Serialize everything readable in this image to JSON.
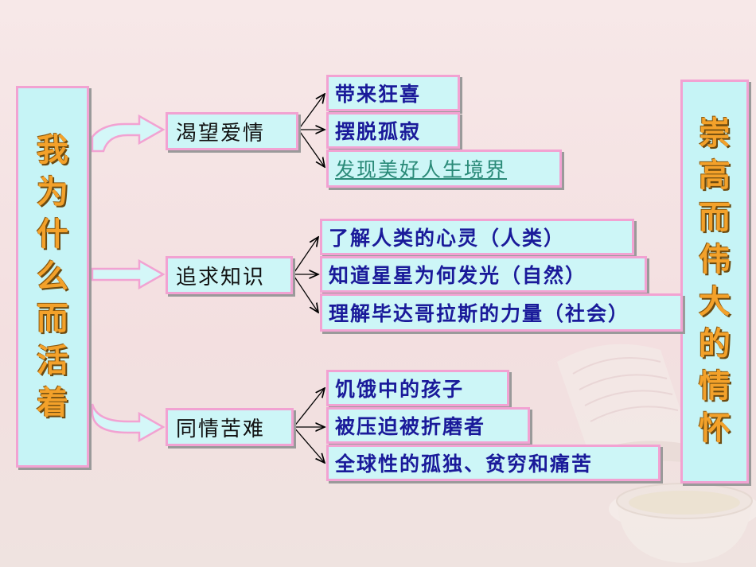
{
  "left_title": [
    "我",
    "为",
    "什",
    "么",
    "而",
    "活",
    "着"
  ],
  "right_title": [
    "崇",
    "高",
    "而",
    "伟",
    "大",
    "的",
    "情",
    "怀"
  ],
  "groups": [
    {
      "label": "渴望爱情",
      "items": [
        "带来狂喜",
        "摆脱孤寂",
        "发现美好人生境界"
      ]
    },
    {
      "label": "追求知识",
      "items": [
        "了解人类的心灵（人类）",
        "知道星星为何发光（自然）",
        "理解毕达哥拉斯的力量（社会）"
      ]
    },
    {
      "label": "同情苦难",
      "items": [
        "饥饿中的孩子",
        "被压迫被折磨者",
        "全球性的孤独、贫穷和痛苦"
      ]
    }
  ],
  "colors": {
    "box_fill": "#cdf6f7",
    "box_border": "#f2a2d2",
    "title_text": "#f3a12a",
    "leaf_text": "#1a1a9a",
    "link_text": "#2a8a78"
  }
}
